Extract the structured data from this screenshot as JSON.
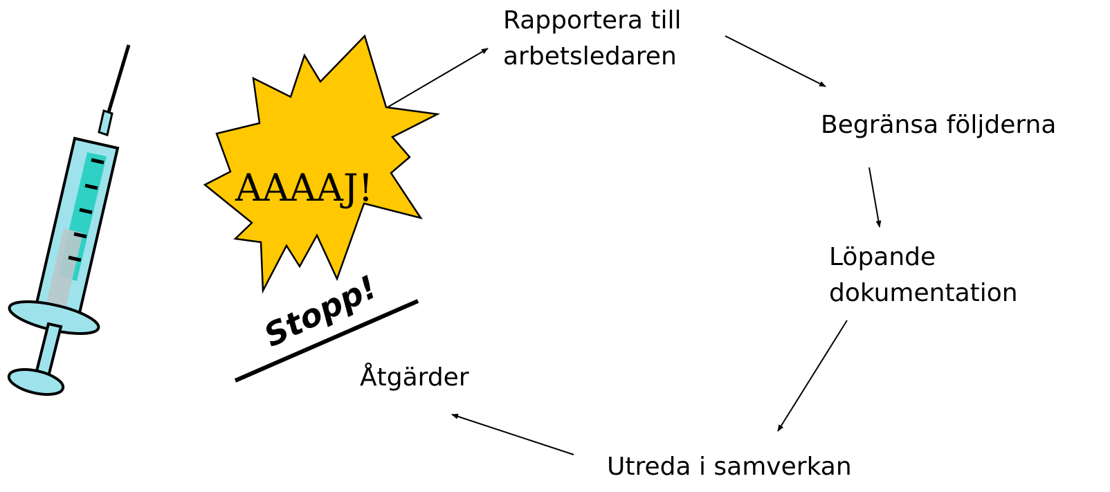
{
  "burst": {
    "text": "AAAAJ!",
    "fill": "#FFC800"
  },
  "stop": {
    "text": "Stopp!"
  },
  "steps": [
    {
      "line1": "Rapportera till",
      "line2": "arbetsledaren"
    },
    {
      "line1": "Begränsa följderna"
    },
    {
      "line1": "Löpande",
      "line2": "dokumentation"
    },
    {
      "line1": "Utreda i samverkan"
    },
    {
      "line1": "Åtgärder"
    }
  ],
  "colors": {
    "syringe_body": "#9EE3EC",
    "syringe_fluid": "#2FD1C4",
    "outline": "#000000",
    "background": "#FFFFFF"
  }
}
